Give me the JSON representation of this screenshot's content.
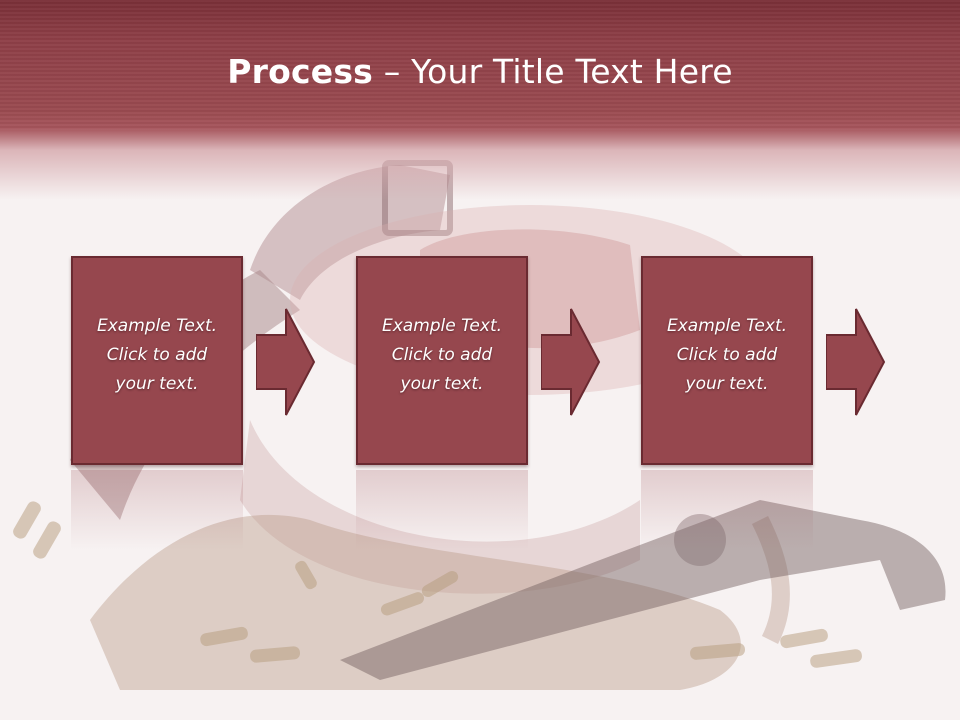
{
  "slide": {
    "title_bold": "Process",
    "title_rest": " – Your Title Text Here"
  },
  "process_steps": [
    {
      "text": "Example Text.\nClick  to add\nyour text."
    },
    {
      "text": "Example Text.\nClick  to add\nyour text."
    },
    {
      "text": "Example Text.\nClick  to add\nyour text."
    }
  ],
  "colors": {
    "banner": "#9a4a50",
    "box_fill": "#96474e",
    "box_border": "#6a2a31",
    "background": "#f7f2f2"
  },
  "icons": {
    "arrow": "right-arrow-icon",
    "background_image": "western-hat-revolver-bullets-photo"
  }
}
